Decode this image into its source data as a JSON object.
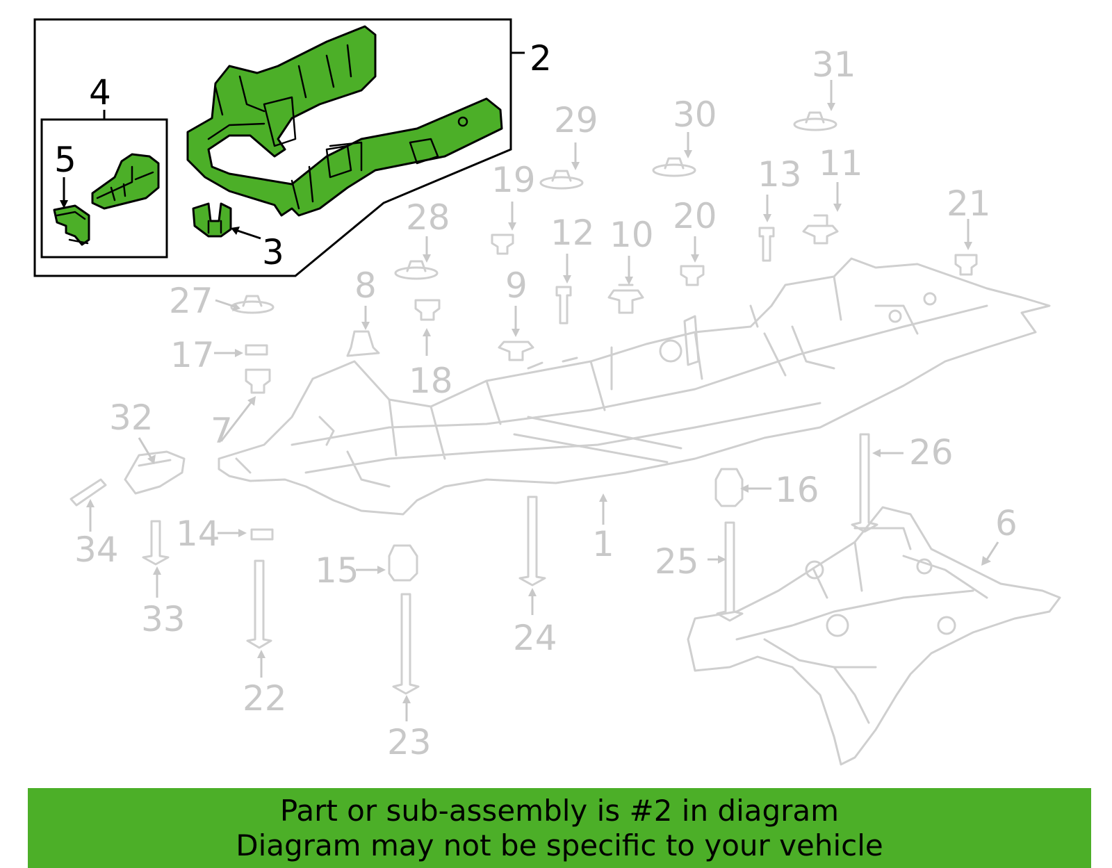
{
  "callouts": {
    "c1": "1",
    "c2": "2",
    "c3": "3",
    "c4": "4",
    "c5": "5",
    "c6": "6",
    "c7": "7",
    "c8": "8",
    "c9": "9",
    "c10": "10",
    "c11": "11",
    "c12": "12",
    "c13": "13",
    "c14": "14",
    "c15": "15",
    "c16": "16",
    "c17": "17",
    "c18": "18",
    "c19": "19",
    "c20": "20",
    "c21": "21",
    "c22": "22",
    "c23": "23",
    "c24": "24",
    "c25": "25",
    "c26": "26",
    "c27": "27",
    "c28": "28",
    "c29": "29",
    "c30": "30",
    "c31": "31",
    "c32": "32",
    "c33": "33",
    "c34": "34"
  },
  "highlighted_part": "2",
  "colors": {
    "highlight": "#4caf28",
    "ghost": "#c8c8c8",
    "outline": "#000000"
  },
  "banner": {
    "line1": "Part or sub-assembly is #2 in diagram",
    "line2": "Diagram may not be specific to your vehicle"
  }
}
